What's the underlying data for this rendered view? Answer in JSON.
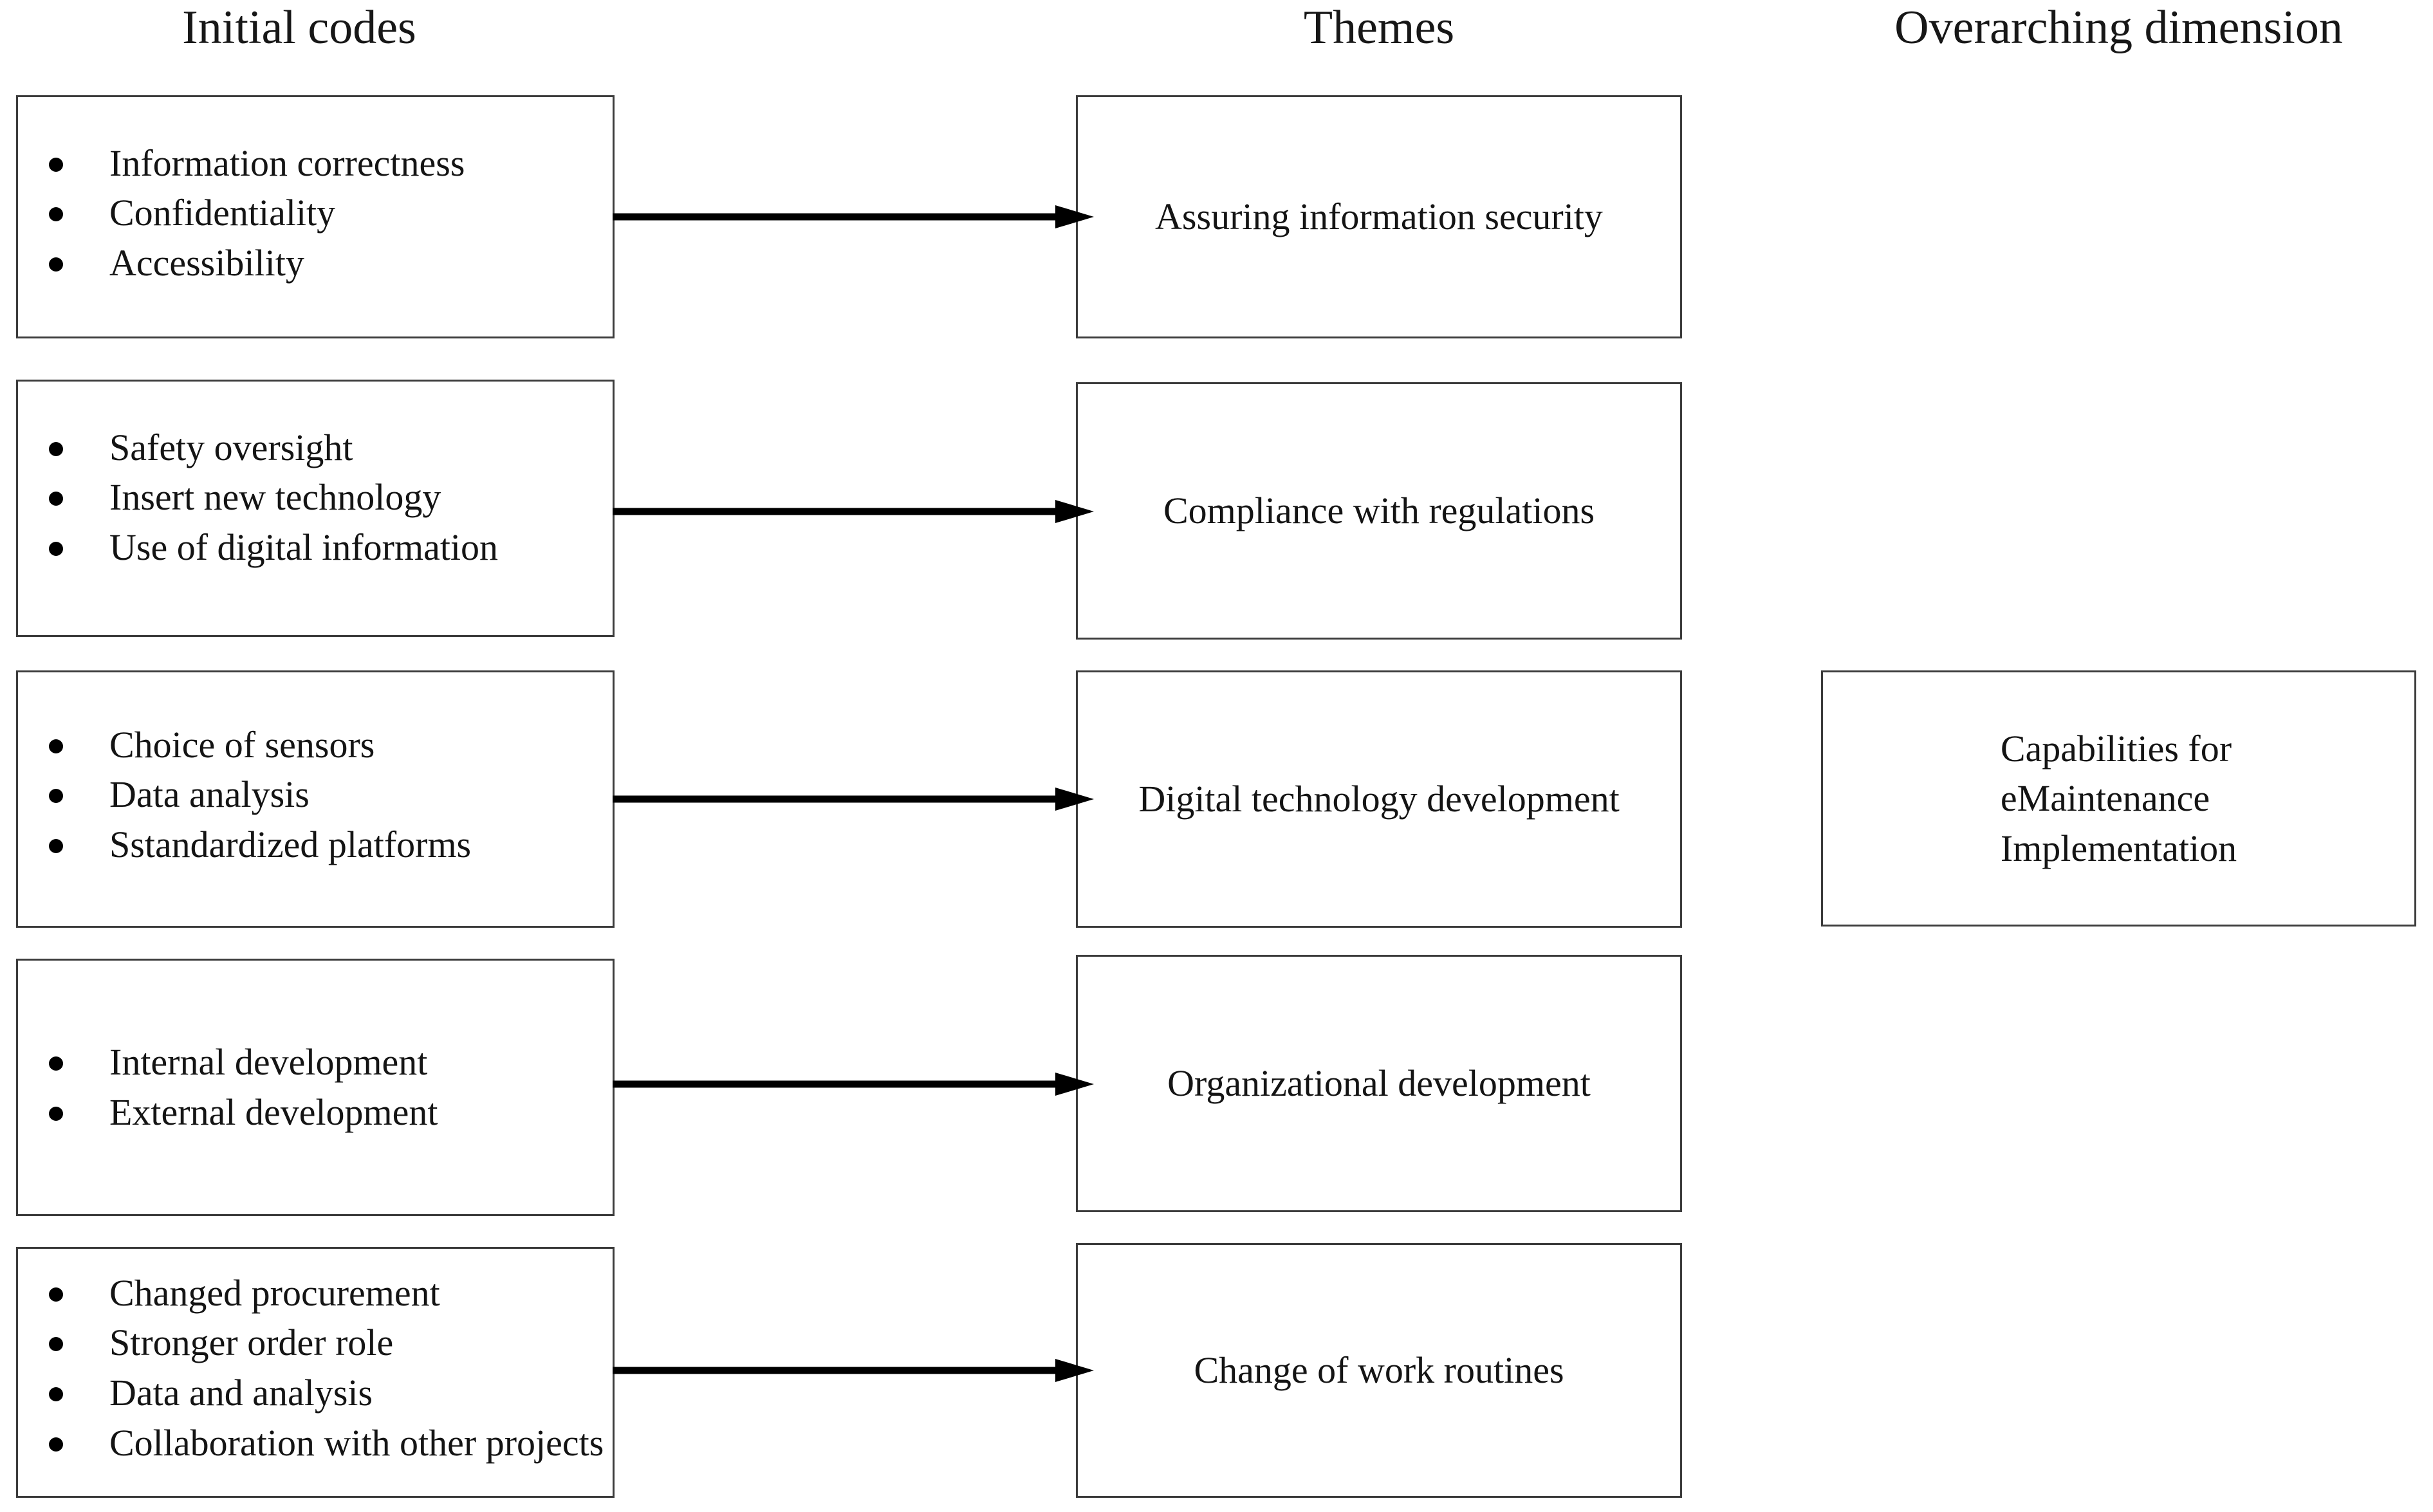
{
  "headers": {
    "initial_codes": "Initial codes",
    "themes": "Themes",
    "overarching_dimension": "Overarching dimension"
  },
  "initial_code_groups": [
    {
      "id": "group-1",
      "bullets": [
        "Information correctness",
        "Confidentiality",
        "Accessibility"
      ]
    },
    {
      "id": "group-2",
      "bullets": [
        "Safety  oversight",
        "Insert new technology",
        "Use of digital information"
      ]
    },
    {
      "id": "group-3",
      "bullets": [
        "Choice of sensors",
        "Data analysis",
        "Sstandardized  platforms"
      ]
    },
    {
      "id": "group-4",
      "bullets": [
        "Internal  development",
        "External development"
      ]
    },
    {
      "id": "group-5",
      "bullets": [
        "Changed  procurement",
        "Stronger order role",
        "Data and analysis",
        "Collaboration with other projects"
      ]
    }
  ],
  "themes": [
    {
      "id": "theme-1",
      "label": "Assuring information security"
    },
    {
      "id": "theme-2",
      "label": "Compliance with regulations"
    },
    {
      "id": "theme-3",
      "label": "Digital technology development"
    },
    {
      "id": "theme-4",
      "label": "Organizational development"
    },
    {
      "id": "theme-5",
      "label": "Change of work routines"
    }
  ],
  "overarching_dimension": {
    "lines": [
      "Capabilities for",
      "eMaintenance",
      "Implementation"
    ]
  },
  "arrows": [
    {
      "id": "arrow-1",
      "from": "group-1",
      "to": "theme-1",
      "direction": "right"
    },
    {
      "id": "arrow-2",
      "from": "group-2",
      "to": "theme-2",
      "direction": "right"
    },
    {
      "id": "arrow-3",
      "from": "group-3",
      "to": "theme-3",
      "direction": "right"
    },
    {
      "id": "arrow-4",
      "from": "group-4",
      "to": "theme-4",
      "direction": "right"
    },
    {
      "id": "arrow-5",
      "from": "group-5",
      "to": "theme-5",
      "direction": "right"
    }
  ],
  "colors": {
    "background": "#ffffff",
    "box_border": "#3c3c3c",
    "text": "#141414",
    "arrow": "#000000"
  }
}
